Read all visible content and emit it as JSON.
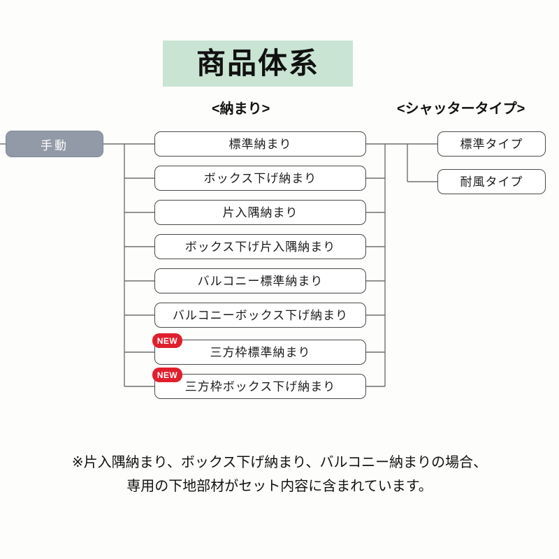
{
  "title": {
    "text": "商品体系",
    "background_color": "#c9e4d3"
  },
  "columns": {
    "osamari_header": "<納まり>",
    "shutter_header": "<シャッタータイプ>"
  },
  "root": {
    "label": "手動",
    "background_color": "#919aa6",
    "text_color": "#ffffff"
  },
  "osamari_items": [
    {
      "label": "標準納まり",
      "badge": null
    },
    {
      "label": "ボックス下げ納まり",
      "badge": null
    },
    {
      "label": "片入隅納まり",
      "badge": null
    },
    {
      "label": "ボックス下げ片入隅納まり",
      "badge": null
    },
    {
      "label": "バルコニー標準納まり",
      "badge": null
    },
    {
      "label": "バルコニーボックス下げ納まり",
      "badge": null
    },
    {
      "label": "三方枠標準納まり",
      "badge": "NEW"
    },
    {
      "label": "三方枠ボックス下げ納まり",
      "badge": "NEW"
    }
  ],
  "shutter_items": [
    {
      "label": "標準タイプ"
    },
    {
      "label": "耐風タイプ"
    }
  ],
  "badge": {
    "text": "NEW",
    "color": "#e01f2d"
  },
  "footnote": {
    "line1": "※片入隅納まり、ボックス下げ納まり、バルコニー納まりの場合、",
    "line2": "専用の下地部材がセット内容に含まれています。"
  },
  "colors": {
    "page_background": "#fdfdfb",
    "connector_line": "#6f6f6f",
    "node_border": "#4a4a4a",
    "accent_green": "#c9e4d3",
    "accent_red": "#e01f2d"
  }
}
